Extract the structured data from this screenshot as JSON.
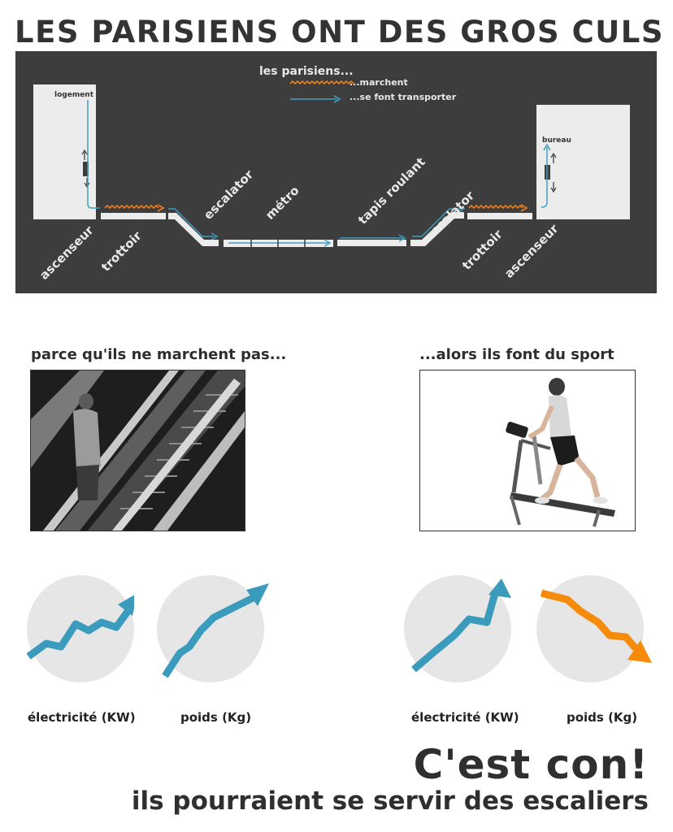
{
  "title": "LES PARISIENS ONT DES GROS CULS",
  "diagram": {
    "legend": {
      "heading": "les parisiens...",
      "walk": "...marchent",
      "transport": "...se font transporter"
    },
    "labels": {
      "logement": "logement",
      "bureau": "bureau",
      "ascenseur_left": "ascenseur",
      "trottoir_left": "trottoir",
      "escalator_left": "escalator",
      "metro": "métro",
      "tapis": "tapis roulant",
      "escalator_right": "escalator",
      "trottoir_right": "trottoir",
      "ascenseur_right": "ascenseur"
    },
    "colors": {
      "walk": "#f07d1a",
      "transport": "#3ea0c0",
      "panel": "#3d3d3d"
    }
  },
  "left": {
    "heading": "parce qu'ils ne marchent pas...",
    "photo_icon": "escalator-photo",
    "charts": [
      {
        "label": "électricité (KW)",
        "trend": "up",
        "color": "#3a9bbd"
      },
      {
        "label": "poids (Kg)",
        "trend": "up",
        "color": "#3a9bbd"
      }
    ]
  },
  "right": {
    "heading": "...alors ils font du sport",
    "photo_icon": "treadmill-photo",
    "charts": [
      {
        "label": "électricité (KW)",
        "trend": "up",
        "color": "#3a9bbd"
      },
      {
        "label": "poids (Kg)",
        "trend": "down",
        "color": "#f58a0b"
      }
    ]
  },
  "conclusion": {
    "headline": "C'est con!",
    "subline": "ils pourraient se servir des escaliers"
  }
}
